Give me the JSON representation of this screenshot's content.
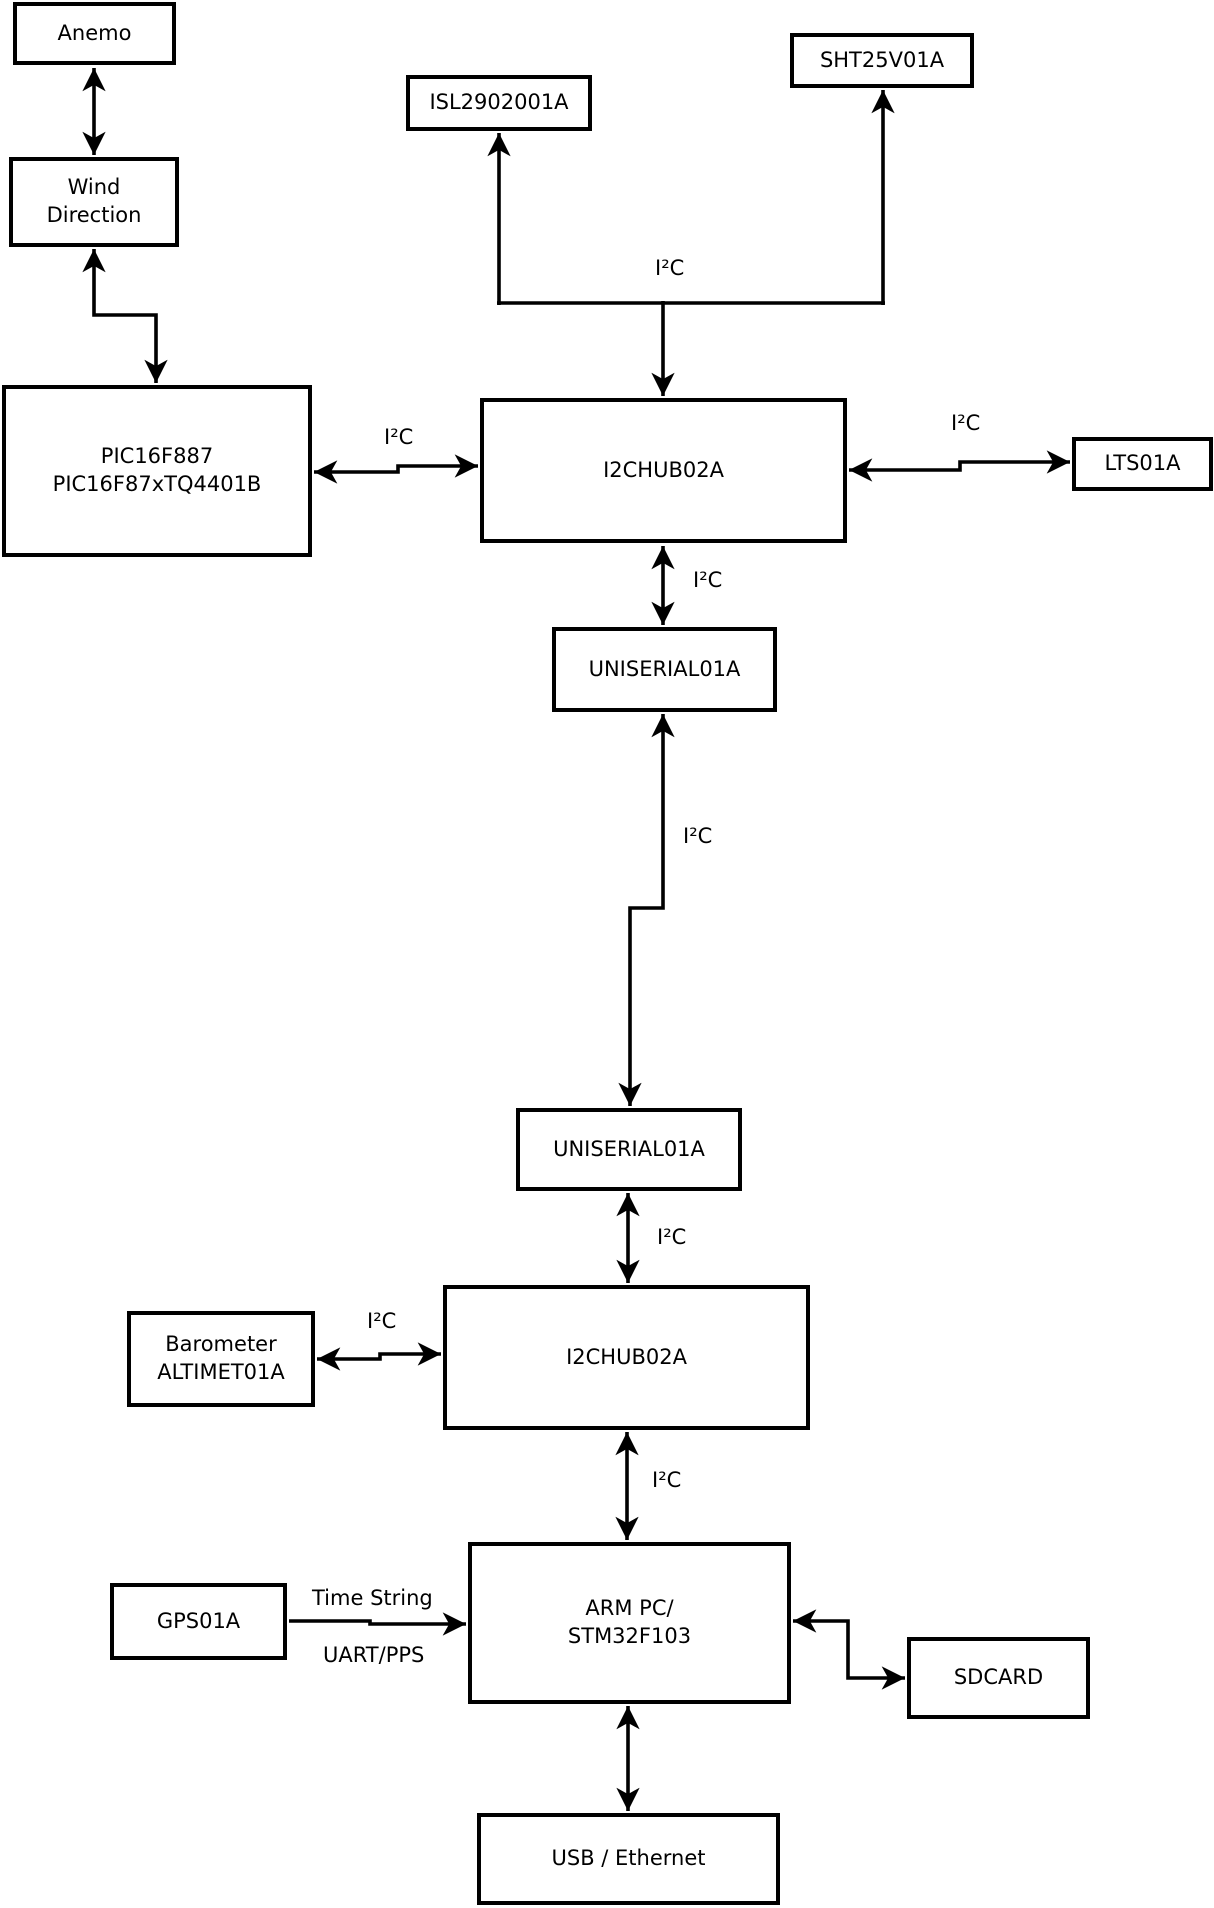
{
  "diagram": {
    "background_color": "#ffffff",
    "box_fill_color": "#ffffff",
    "box_border_color": "#000000",
    "line_color": "#000000"
  },
  "nodes": {
    "anemo": {
      "label": "Anemo"
    },
    "wind_direction": {
      "label": "Wind\nDirection"
    },
    "pic": {
      "label": "PIC16F887\nPIC16F87xTQ4401B"
    },
    "isl": {
      "label": "ISL2902001A"
    },
    "sht": {
      "label": "SHT25V01A"
    },
    "i2chub_top": {
      "label": "I2CHUB02A"
    },
    "lts": {
      "label": "LTS01A"
    },
    "uniserial_top": {
      "label": "UNISERIAL01A"
    },
    "uniserial_bottom": {
      "label": "UNISERIAL01A"
    },
    "i2chub_bottom": {
      "label": "I2CHUB02A"
    },
    "barometer": {
      "label": "Barometer\nALTIMET01A"
    },
    "gps": {
      "label": "GPS01A"
    },
    "arm_pc": {
      "label": "ARM PC/\nSTM32F103"
    },
    "sdcard": {
      "label": "SDCARD"
    },
    "usb_ethernet": {
      "label": "USB / Ethernet"
    }
  },
  "edge_labels": {
    "pic_hub": "I²C",
    "sensor_bus": "I²C",
    "hub_lts": "I²C",
    "hub_uniserial": "I²C",
    "uniserial_link": "I²C",
    "uniserial_hub2": "I²C",
    "barometer_hub2": "I²C",
    "hub2_arm": "I²C",
    "gps_time_string": "Time String",
    "gps_uart_pps": "UART/PPS"
  }
}
